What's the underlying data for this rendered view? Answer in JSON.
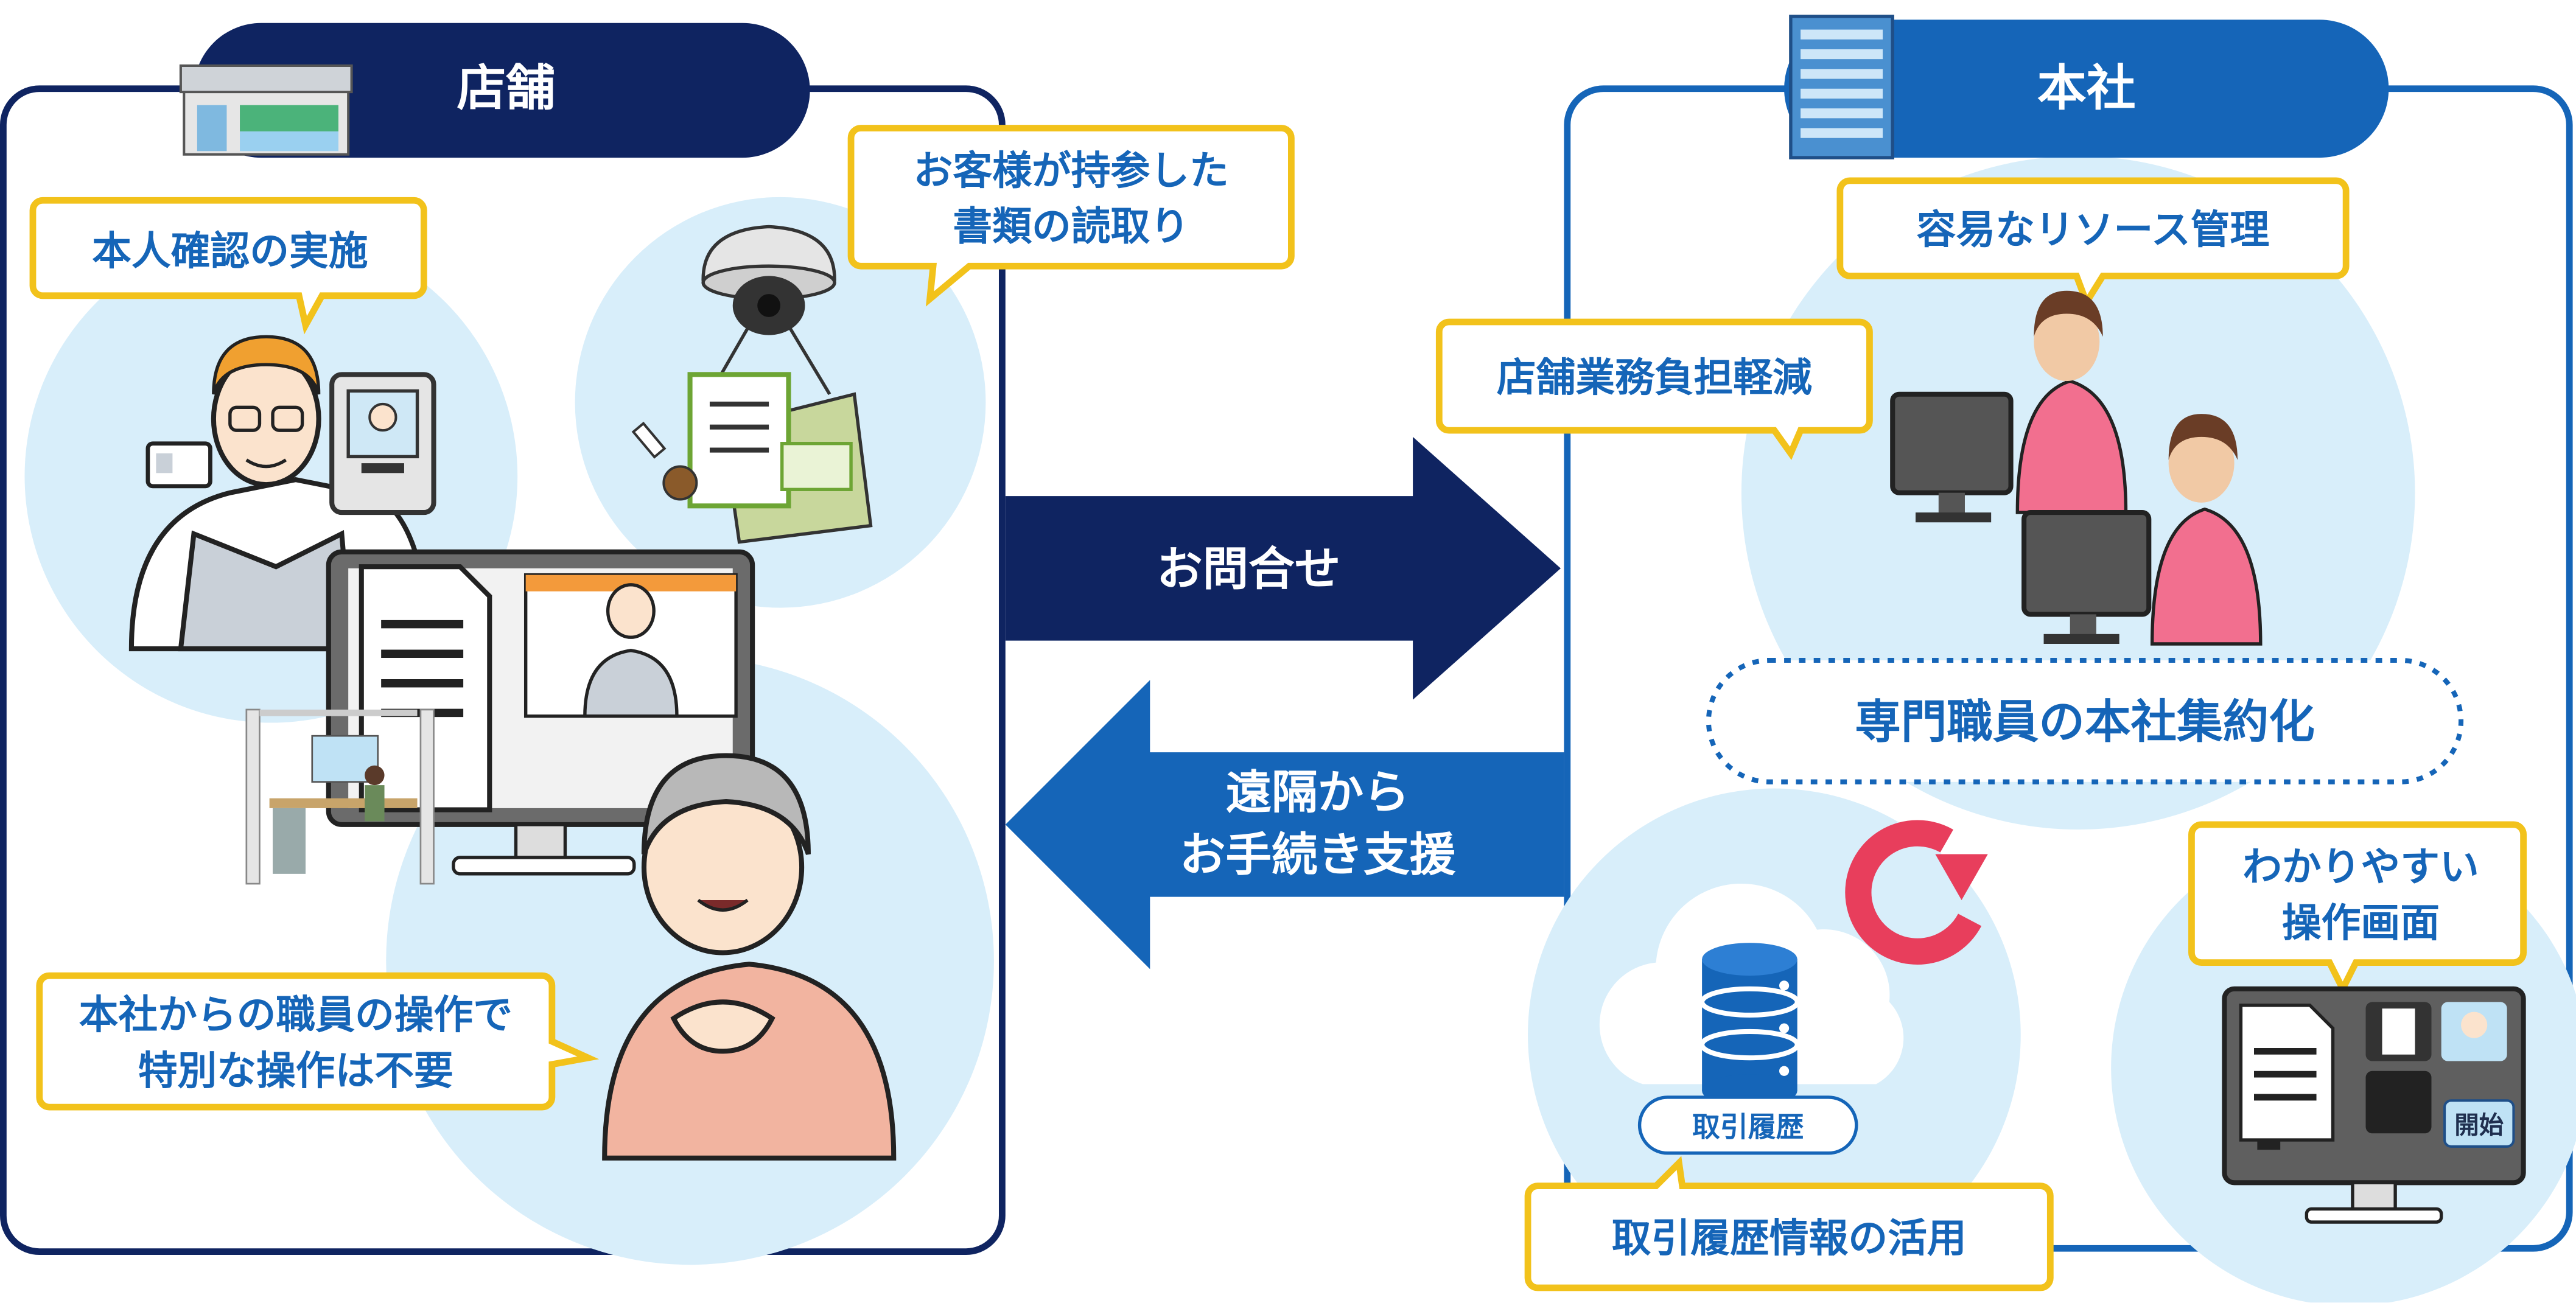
{
  "colors": {
    "navy": "#0f2461",
    "blue": "#1565b8",
    "bubble_border": "#f2c21b",
    "bubble_text": "#1565b8",
    "circle_fill": "#d8eefa",
    "accent_red": "#e83e5c"
  },
  "store": {
    "title": "店舗",
    "bubbles": {
      "identity_check": "本人確認の実施",
      "doc_read_line1": "お客様が持参した",
      "doc_read_line2": "書類の読取り",
      "no_operation_line1": "本社からの職員の操作で",
      "no_operation_line2": "特別な操作は不要"
    }
  },
  "arrows": {
    "inquiry": "お問合せ",
    "remote_line1": "遠隔から",
    "remote_line2": "お手続き支援"
  },
  "headquarters": {
    "title": "本社",
    "bubbles": {
      "resource_management": "容易なリソース管理",
      "store_burden": "店舗業務負担軽減",
      "easy_screen_line1": "わかりやすい",
      "easy_screen_line2": "操作画面",
      "history_use": "取引履歴情報の活用"
    },
    "centralization": "専門職員の本社集約化",
    "db_label": "取引履歴",
    "start_button": "開始"
  },
  "icons": [
    "store-building-icon",
    "office-building-icon",
    "camera-icon",
    "document-icon",
    "monitor-icon",
    "database-icon",
    "cloud-icon",
    "refresh-icon",
    "operator-icon",
    "customer-icon",
    "id-card-icon"
  ]
}
